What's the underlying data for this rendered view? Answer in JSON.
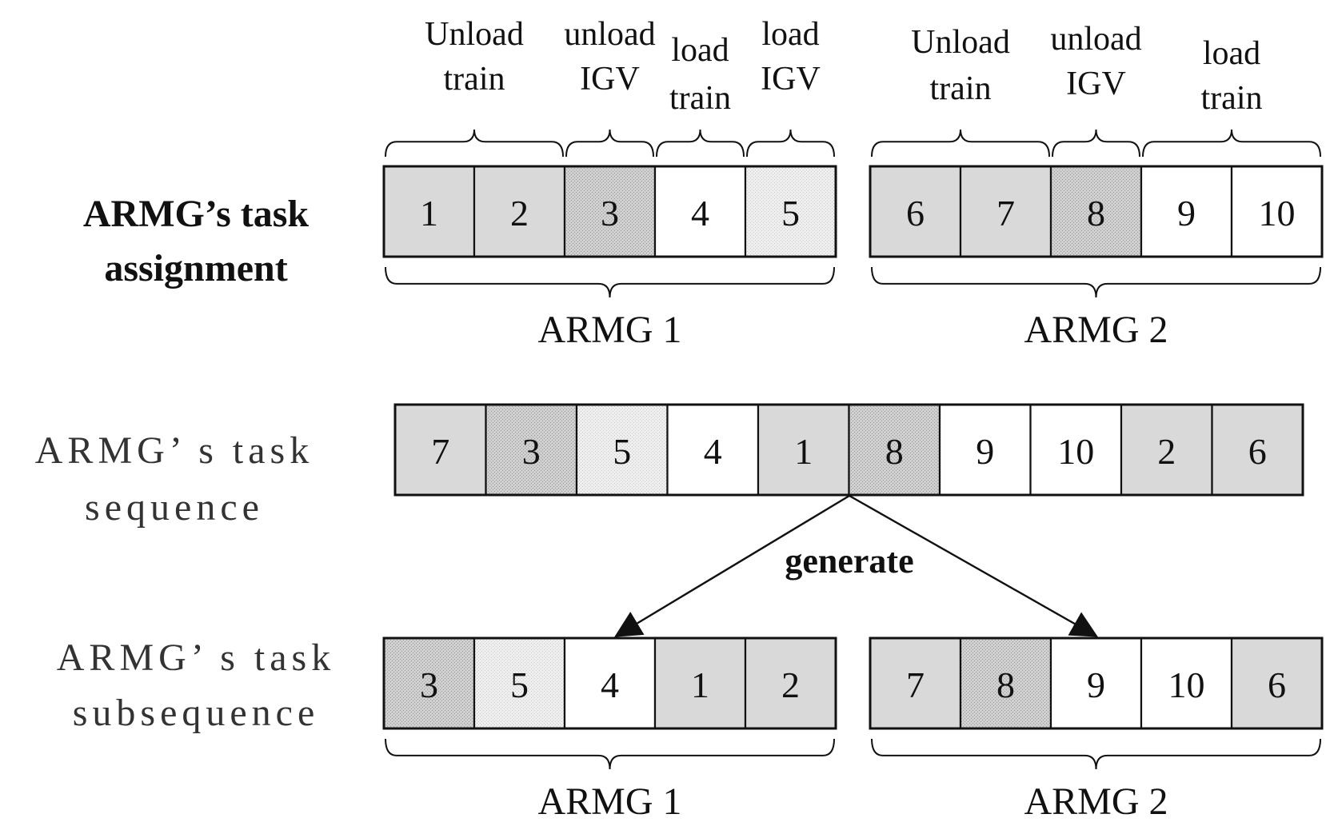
{
  "colors": {
    "unload_train": "#d9d9d9",
    "unload_igv": "#d2d2d2",
    "load_train": "#ffffff",
    "load_igv": "#ececec",
    "ink": "#111111"
  },
  "row_labels": {
    "assignment": [
      "ARMG’s task",
      "assignment"
    ],
    "sequence": [
      "ARMG’ s task",
      "sequence"
    ],
    "subsequence": [
      "ARMG’ s task",
      "subsequence"
    ]
  },
  "assignment": {
    "armg1": {
      "name": "ARMG 1",
      "groups": [
        {
          "label": [
            "Unload",
            "train"
          ],
          "span": 2
        },
        {
          "label": [
            "unload",
            "IGV"
          ],
          "span": 1
        },
        {
          "label": [
            "load",
            "train"
          ],
          "span": 1
        },
        {
          "label": [
            "load",
            "IGV"
          ],
          "span": 1
        }
      ],
      "tasks": [
        {
          "n": "1",
          "type": "unload_train"
        },
        {
          "n": "2",
          "type": "unload_train"
        },
        {
          "n": "3",
          "type": "unload_igv"
        },
        {
          "n": "4",
          "type": "load_train"
        },
        {
          "n": "5",
          "type": "load_igv"
        }
      ]
    },
    "armg2": {
      "name": "ARMG 2",
      "groups": [
        {
          "label": [
            "Unload",
            "train"
          ],
          "span": 2
        },
        {
          "label": [
            "unload",
            "IGV"
          ],
          "span": 1
        },
        {
          "label": [
            "load",
            "train"
          ],
          "span": 2
        }
      ],
      "tasks": [
        {
          "n": "6",
          "type": "unload_train"
        },
        {
          "n": "7",
          "type": "unload_train"
        },
        {
          "n": "8",
          "type": "unload_igv"
        },
        {
          "n": "9",
          "type": "load_train"
        },
        {
          "n": "10",
          "type": "load_train"
        }
      ]
    }
  },
  "sequence": {
    "tasks": [
      {
        "n": "7",
        "type": "unload_train"
      },
      {
        "n": "3",
        "type": "unload_igv"
      },
      {
        "n": "5",
        "type": "load_igv"
      },
      {
        "n": "4",
        "type": "load_train"
      },
      {
        "n": "1",
        "type": "unload_train"
      },
      {
        "n": "8",
        "type": "unload_igv"
      },
      {
        "n": "9",
        "type": "load_train"
      },
      {
        "n": "10",
        "type": "load_train"
      },
      {
        "n": "2",
        "type": "unload_train"
      },
      {
        "n": "6",
        "type": "unload_train"
      }
    ]
  },
  "generate_label": "generate",
  "subsequence": {
    "armg1": {
      "name": "ARMG 1",
      "tasks": [
        {
          "n": "3",
          "type": "unload_igv"
        },
        {
          "n": "5",
          "type": "load_igv"
        },
        {
          "n": "4",
          "type": "load_train"
        },
        {
          "n": "1",
          "type": "unload_train"
        },
        {
          "n": "2",
          "type": "unload_train"
        }
      ]
    },
    "armg2": {
      "name": "ARMG 2",
      "tasks": [
        {
          "n": "7",
          "type": "unload_train"
        },
        {
          "n": "8",
          "type": "unload_igv"
        },
        {
          "n": "9",
          "type": "load_train"
        },
        {
          "n": "10",
          "type": "load_train"
        },
        {
          "n": "6",
          "type": "unload_train"
        }
      ]
    }
  }
}
